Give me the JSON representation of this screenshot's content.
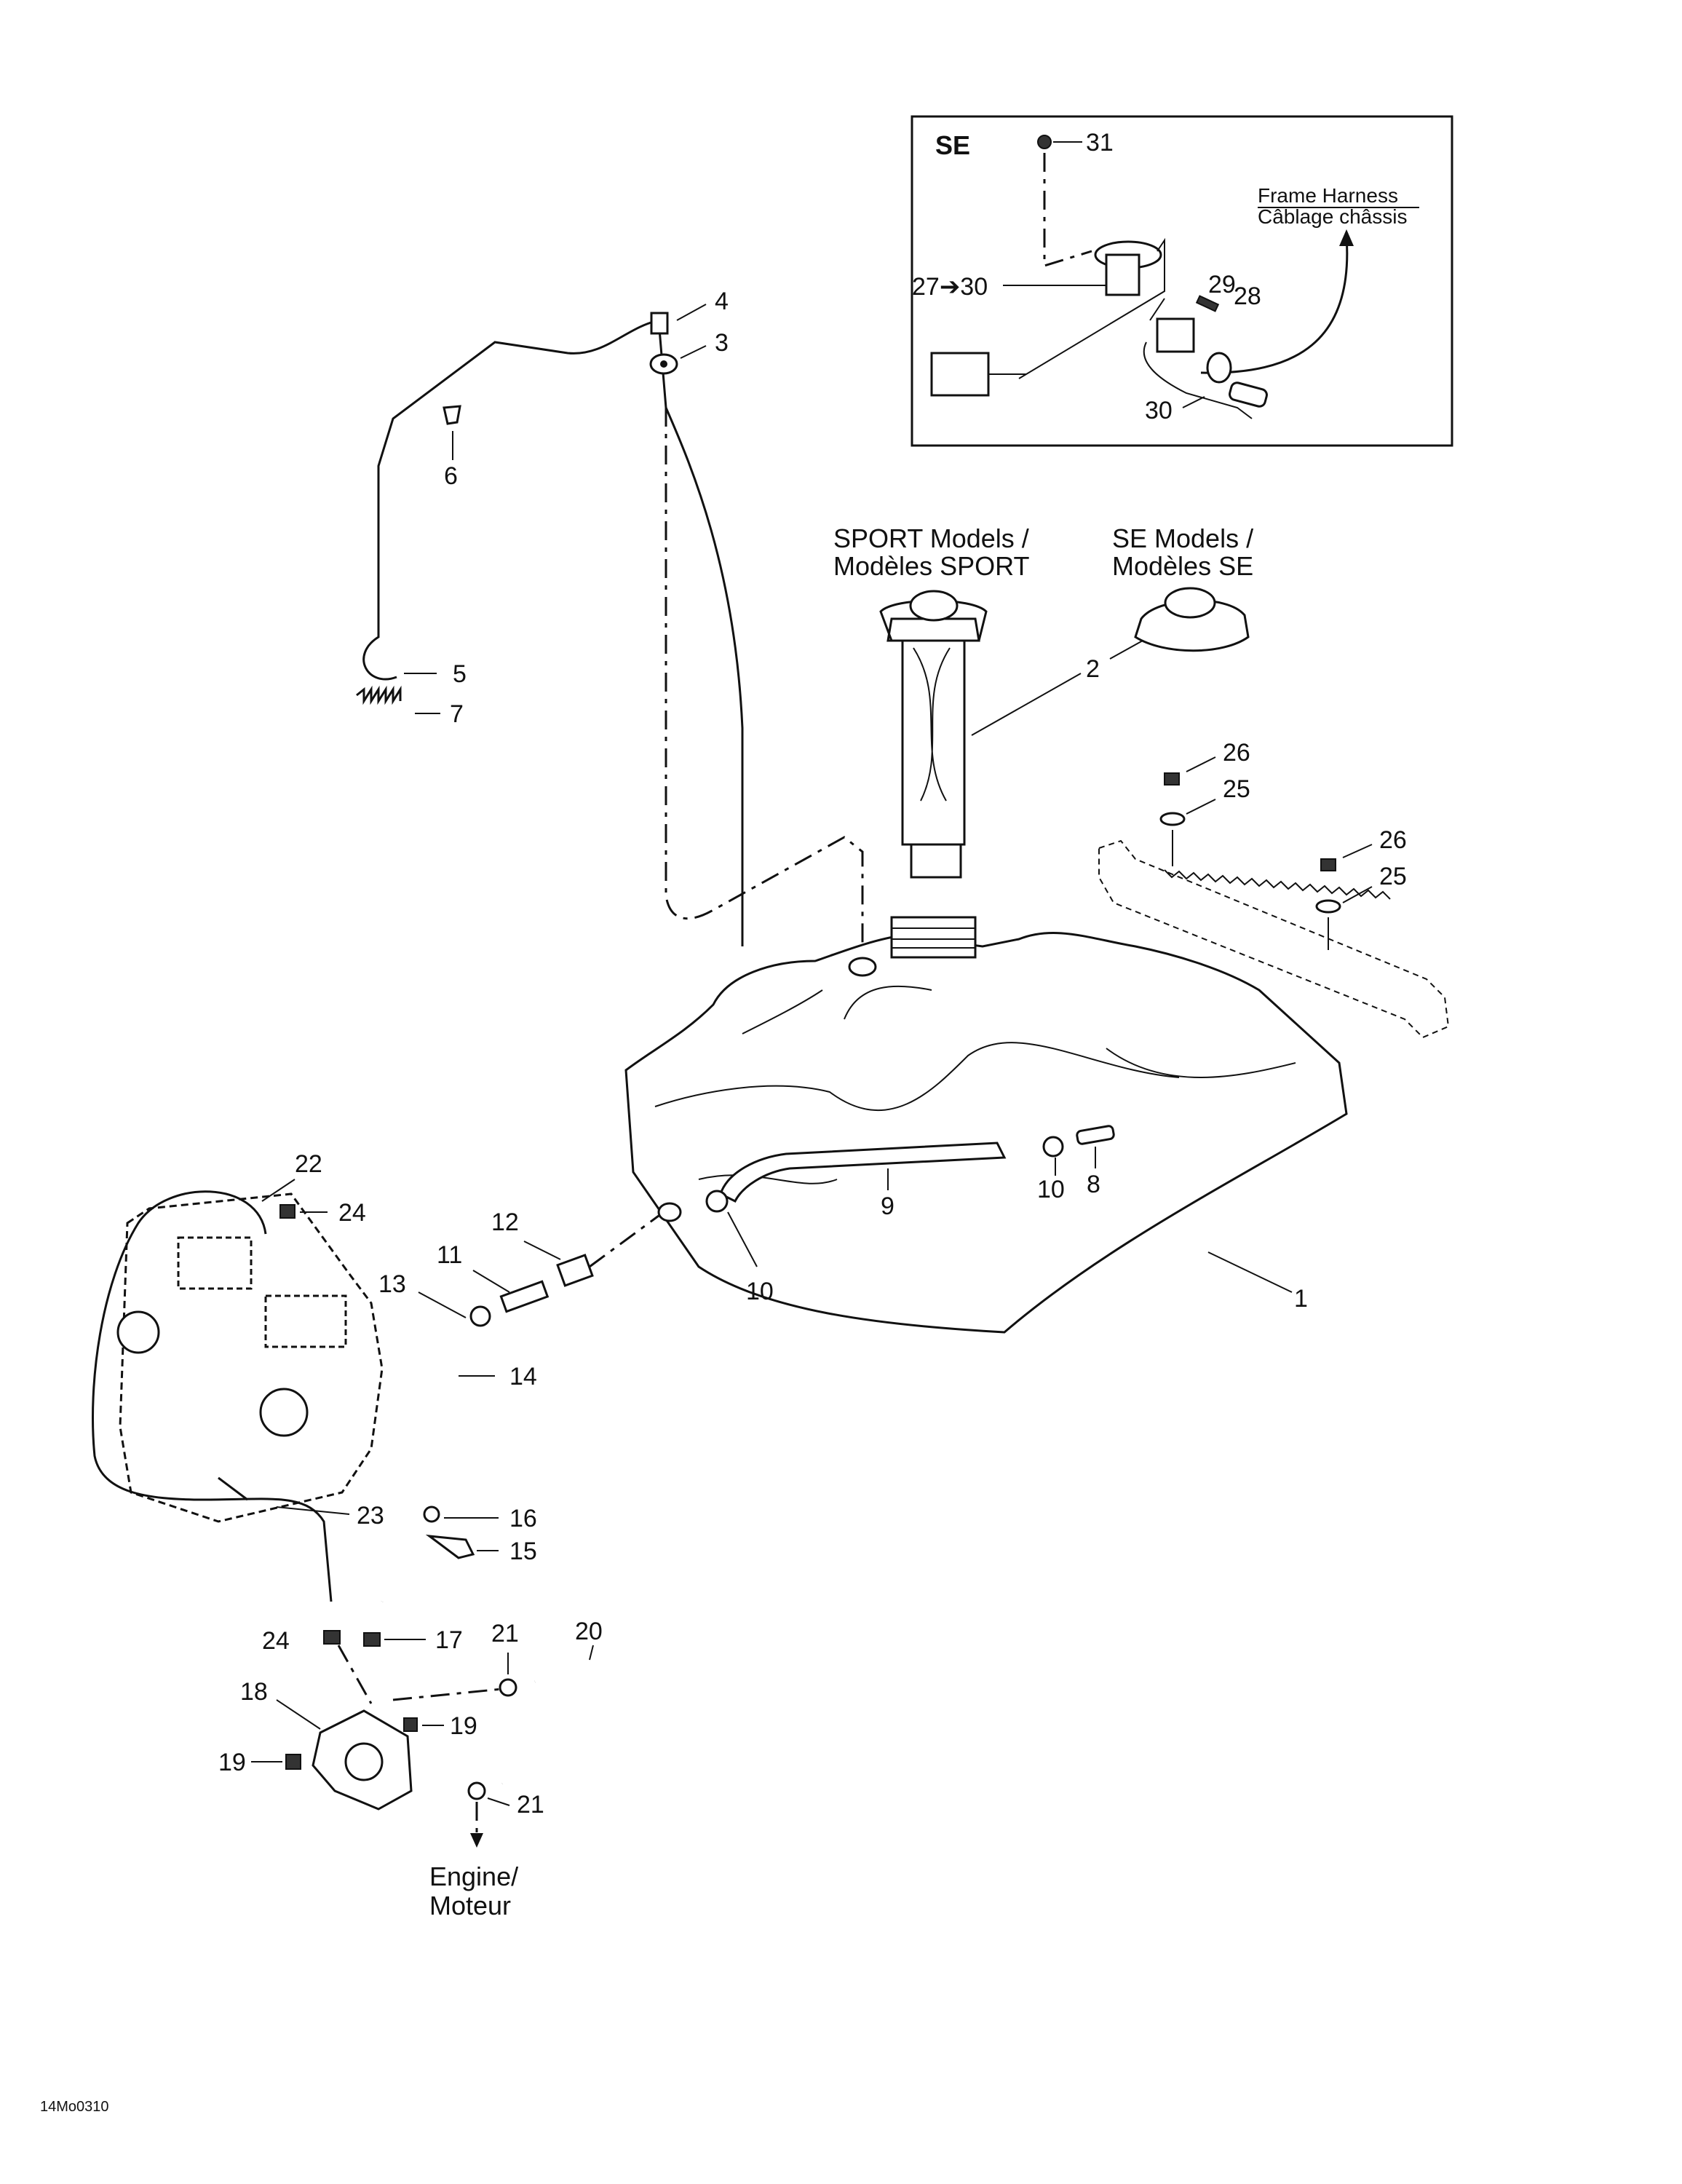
{
  "inset": {
    "title": "SE",
    "frame_harness_en": "Frame Harness",
    "frame_harness_fr": "Câblage châssis",
    "labels": [
      "31",
      "27➔30",
      "29",
      "28",
      "30"
    ]
  },
  "captions": {
    "sport_line1": "SPORT Models /",
    "sport_line2": "Modèles SPORT",
    "se_line1": "SE Models /",
    "se_line2": "Modèles SE",
    "engine_line1": "Engine/",
    "engine_line2": "Moteur"
  },
  "callouts": {
    "c1": "1",
    "c2": "2",
    "c3": "3",
    "c4": "4",
    "c5": "5",
    "c6": "6",
    "c7": "7",
    "c8": "8",
    "c9": "9",
    "c10a": "10",
    "c10b": "10",
    "c11": "11",
    "c12": "12",
    "c13": "13",
    "c14": "14",
    "c15": "15",
    "c16": "16",
    "c17": "17",
    "c18": "18",
    "c19a": "19",
    "c19b": "19",
    "c20": "20",
    "c21a": "21",
    "c21b": "21",
    "c22": "22",
    "c23": "23",
    "c24a": "24",
    "c24b": "24",
    "c25a": "25",
    "c25b": "25",
    "c26a": "26",
    "c26b": "26"
  },
  "drawing_code": "14Mo0310"
}
